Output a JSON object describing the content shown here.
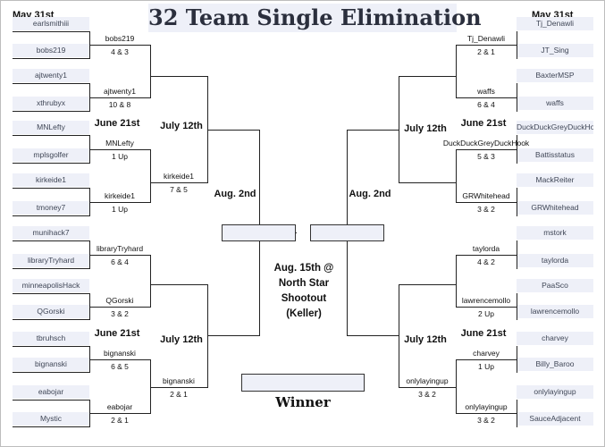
{
  "title": "32 Team Single Elimination",
  "dates": {
    "left_top": "May 31st",
    "right_top": "May 31st",
    "left_june_top": "June 21st",
    "right_june_top": "June 21st",
    "left_june_bottom": "June 21st",
    "right_june_bottom": "June 21st",
    "left_july_top": "July 12th",
    "right_july_top": "July 12th",
    "left_july_bottom": "July 12th",
    "right_july_bottom": "July 12th",
    "left_aug": "Aug. 2nd",
    "right_aug": "Aug. 2nd"
  },
  "final": {
    "venue_line1": "Aug. 15th @",
    "venue_line2": "North Star",
    "venue_line3": "Shootout",
    "venue_line4": "(Keller)",
    "winner_label": "Winner"
  },
  "left": {
    "round1": [
      "earlsmithiii",
      "bobs219",
      "ajtwenty1",
      "xthrubyx",
      "MNLefty",
      "mplsgolfer",
      "kirkeide1",
      "tmoney7",
      "munihack7",
      "libraryTryhard",
      "minneapolisHack",
      "QGorski",
      "tbruhsch",
      "bignanski",
      "eabojar",
      "Mystic"
    ],
    "round2": [
      {
        "winner": "bobs219",
        "score": "4 & 3"
      },
      {
        "winner": "ajtwenty1",
        "score": "10 & 8"
      },
      {
        "winner": "MNLefty",
        "score": "1 Up"
      },
      {
        "winner": "kirkeide1",
        "score": "1 Up"
      },
      {
        "winner": "libraryTryhard",
        "score": "6 & 4"
      },
      {
        "winner": "QGorski",
        "score": "3 & 2"
      },
      {
        "winner": "bignanski",
        "score": "6 & 5"
      },
      {
        "winner": "eabojar",
        "score": "2 & 1"
      }
    ],
    "round3": [
      {
        "winner": "",
        "score": ""
      },
      {
        "winner": "kirkeide1",
        "score": "7 & 5"
      },
      {
        "winner": "",
        "score": ""
      },
      {
        "winner": "bignanski",
        "score": "2 & 1"
      }
    ]
  },
  "right": {
    "round1": [
      "Tj_Denawli",
      "JT_Sing",
      "BaxterMSP",
      "waffs",
      "DuckDuckGreyDuckHook",
      "Battisstatus",
      "MackReiter",
      "GRWhitehead",
      "mstork",
      "taylorda",
      "PaaSco",
      "lawrencemollo",
      "charvey",
      "Billy_Baroo",
      "onlylayingup",
      "SauceAdjacent"
    ],
    "round2": [
      {
        "winner": "Tj_Denawli",
        "score": "2 & 1"
      },
      {
        "winner": "waffs",
        "score": "6 & 4"
      },
      {
        "winner": "DuckDuckGreyDuckHook",
        "score": "5 & 3"
      },
      {
        "winner": "GRWhitehead",
        "score": "3 & 2"
      },
      {
        "winner": "taylorda",
        "score": "4 & 2"
      },
      {
        "winner": "lawrencemollo",
        "score": "2 Up"
      },
      {
        "winner": "charvey",
        "score": "1 Up"
      },
      {
        "winner": "onlylayingup",
        "score": "3 & 2"
      }
    ],
    "round3": [
      {
        "winner": "",
        "score": ""
      },
      {
        "winner": "",
        "score": ""
      },
      {
        "winner": "",
        "score": ""
      },
      {
        "winner": "onlylayingup",
        "score": "3 & 2"
      }
    ]
  },
  "colors": {
    "slot_fill": "#eef0f8",
    "line": "#222222",
    "text": "#111111"
  }
}
